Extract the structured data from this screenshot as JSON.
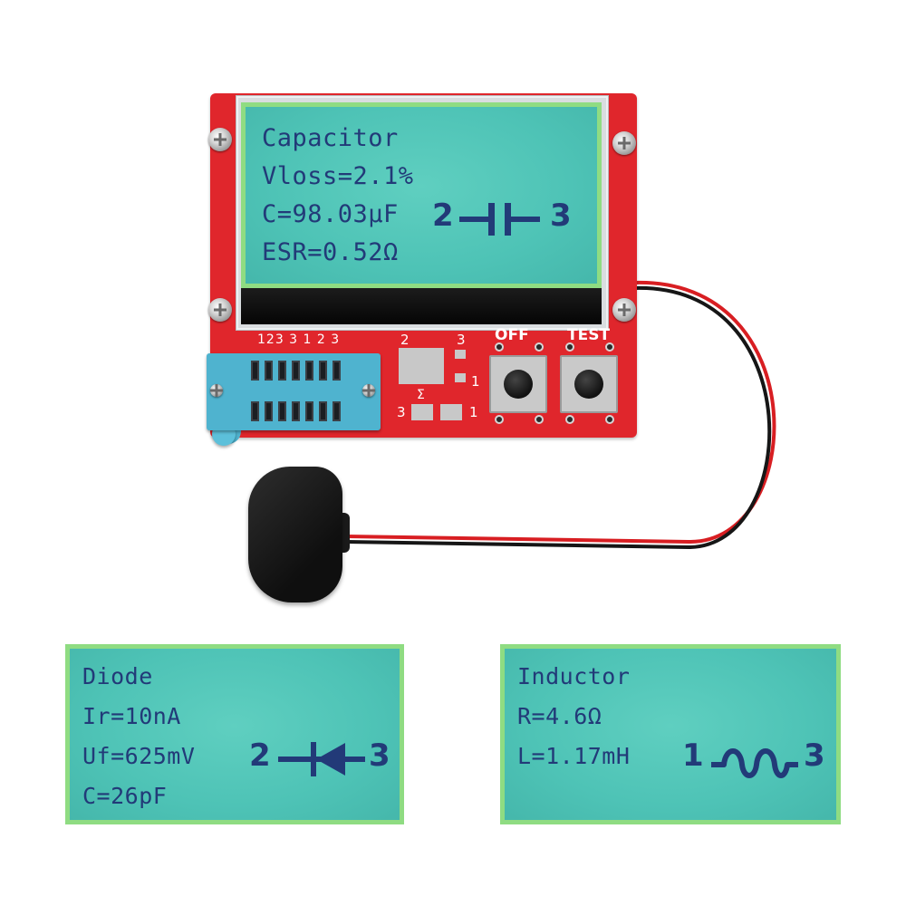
{
  "main_display": {
    "title": "Capacitor",
    "lines": [
      "Vloss=2.1%",
      "C=98.03µF",
      "ESR=0.52Ω"
    ],
    "pin_left": "2",
    "pin_right": "3",
    "symbol": "capacitor-icon"
  },
  "board": {
    "socket_pin_labels": "123 3 1 2 3",
    "pad_label_left_top": "2",
    "pad_label_right_top": "3",
    "pad_label_right_mid": "1",
    "pad_label_left_bottom": "3",
    "pad_label_right_bottom": "1",
    "pad_mark": "Σ",
    "switch_label_off": "OFF",
    "switch_label_test": "TEST"
  },
  "diode_display": {
    "title": "Diode",
    "lines": [
      "Ir=10nA",
      "Uf=625mV",
      "C=26pF"
    ],
    "pin_left": "2",
    "pin_right": "3",
    "symbol": "diode-icon"
  },
  "inductor_display": {
    "title": "Inductor",
    "lines": [
      "R=4.6Ω",
      "L=1.17mH"
    ],
    "pin_left": "1",
    "pin_right": "3",
    "symbol": "inductor-icon"
  },
  "colors": {
    "pcb": "#e0262c",
    "lcd": "#4ec3b6",
    "lcd_border": "#8fdc82",
    "lcd_text": "#223a78",
    "socket": "#4fb3cf"
  }
}
